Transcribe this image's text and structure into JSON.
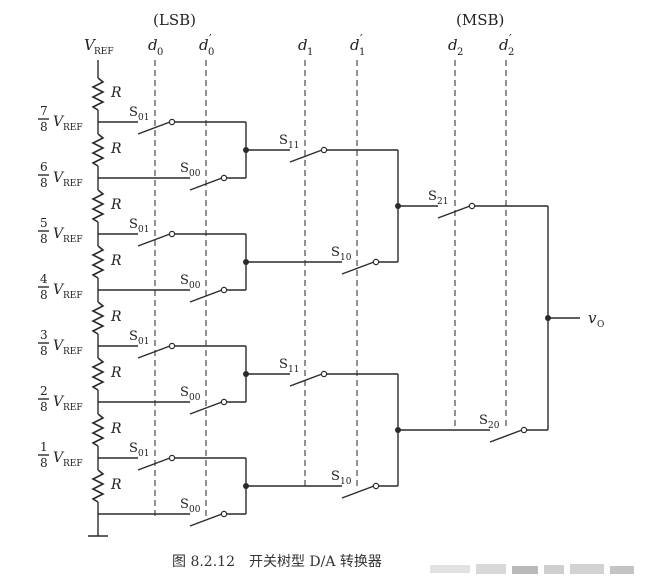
{
  "labels": {
    "lsb": "(LSB)",
    "msb": "(MSB)",
    "vref_letter": "V",
    "vref_sub": "REF",
    "resistor": "R",
    "output_letter": "v",
    "output_sub": "O",
    "caption": "图 8.2.12　开关树型 D/A 转换器"
  },
  "controls": [
    {
      "letter": "d",
      "sub": "0",
      "prime": false
    },
    {
      "letter": "d",
      "sub": "0",
      "prime": true
    },
    {
      "letter": "d",
      "sub": "1",
      "prime": false
    },
    {
      "letter": "d",
      "sub": "1",
      "prime": true
    },
    {
      "letter": "d",
      "sub": "2",
      "prime": false
    },
    {
      "letter": "d",
      "sub": "2",
      "prime": true
    }
  ],
  "taps": [
    {
      "num": "7",
      "den": "8"
    },
    {
      "num": "6",
      "den": "8"
    },
    {
      "num": "5",
      "den": "8"
    },
    {
      "num": "4",
      "den": "8"
    },
    {
      "num": "3",
      "den": "8"
    },
    {
      "num": "2",
      "den": "8"
    },
    {
      "num": "1",
      "den": "8"
    }
  ],
  "switches": [
    {
      "letter": "S",
      "sub": "01"
    },
    {
      "letter": "S",
      "sub": "00"
    },
    {
      "letter": "S",
      "sub": "01"
    },
    {
      "letter": "S",
      "sub": "00"
    },
    {
      "letter": "S",
      "sub": "01"
    },
    {
      "letter": "S",
      "sub": "00"
    },
    {
      "letter": "S",
      "sub": "01"
    },
    {
      "letter": "S",
      "sub": "00"
    },
    {
      "letter": "S",
      "sub": "11"
    },
    {
      "letter": "S",
      "sub": "10"
    },
    {
      "letter": "S",
      "sub": "11"
    },
    {
      "letter": "S",
      "sub": "10"
    },
    {
      "letter": "S",
      "sub": "21"
    },
    {
      "letter": "S",
      "sub": "20"
    }
  ]
}
